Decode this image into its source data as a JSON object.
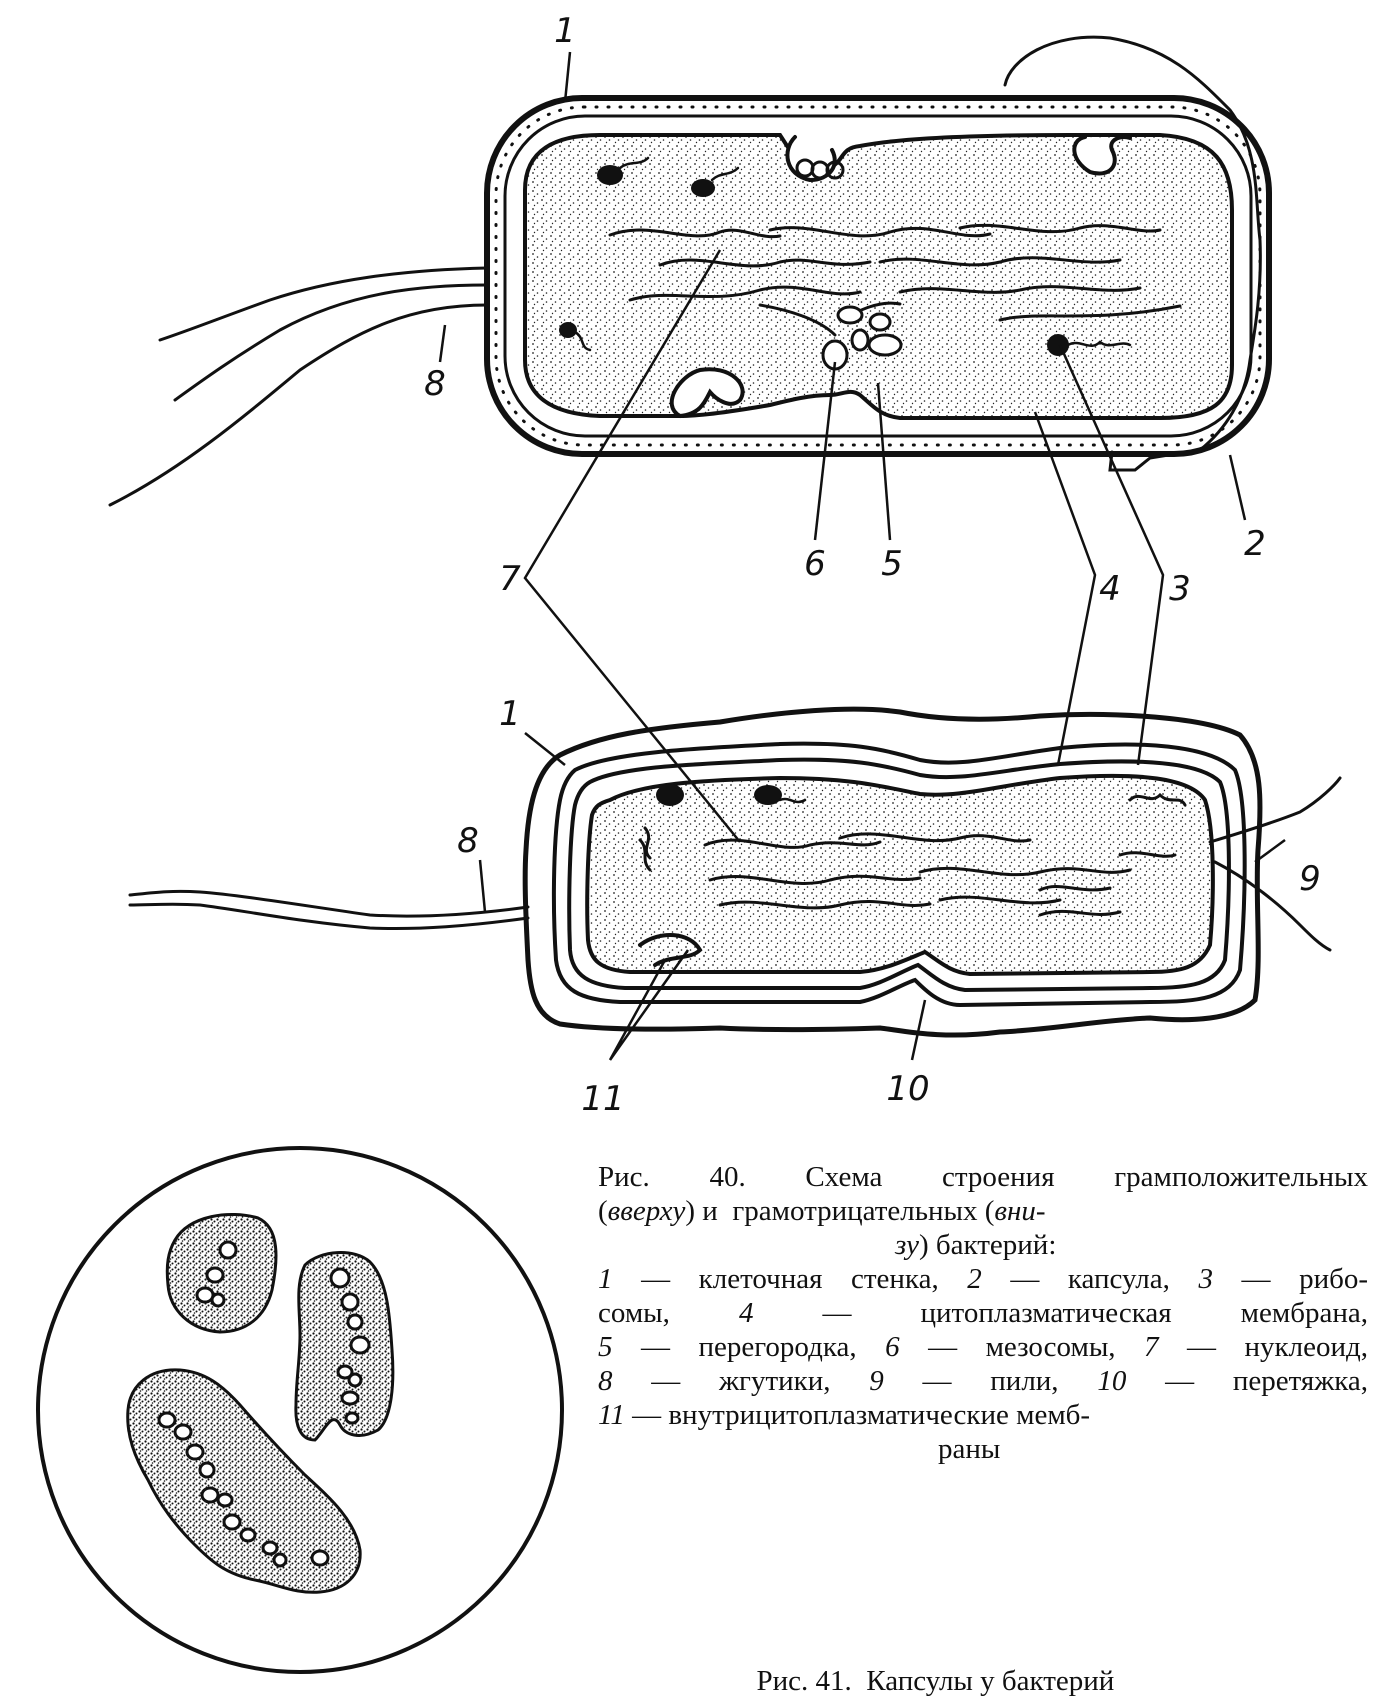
{
  "figure40": {
    "labels": [
      "1",
      "2",
      "3",
      "4",
      "5",
      "6",
      "7",
      "8",
      "1",
      "8",
      "9",
      "10",
      "11",
      "3",
      "4",
      "7"
    ],
    "caption": {
      "l1_a": "Рис.",
      "l1_b": "40.",
      "l1_c": "Схема",
      "l1_d": "строения",
      "l1_e": "грамположительных",
      "l2_a": "(",
      "l2_b": "вверху",
      "l2_c": ") и",
      "l2_d": "грамотрицательных (",
      "l2_e": "вни-",
      "l3_a": "зу",
      "l3_b": ") бактерий:",
      "l4": [
        "1",
        " — клеточная стенка, ",
        "2",
        " — капсула, ",
        "3",
        " — рибо-"
      ],
      "l5": [
        "сомы,",
        "4",
        " — цитоплазматическая",
        "мембрана,"
      ],
      "l6": [
        "5",
        " — перегородка, ",
        "6",
        " — мезосомы, ",
        "7",
        " — нуклеоид,"
      ],
      "l7": [
        "8",
        " — жгутики,",
        "9",
        " — пили,",
        "10",
        " — перетяжка,"
      ],
      "l8": [
        "11",
        " — внутрицитоплазматические мемб-"
      ],
      "l9": "раны"
    }
  },
  "figure41": {
    "caption": "Рис. 41.  Капсулы у бактерий"
  },
  "colors": {
    "ink": "#111111",
    "paper": "#ffffff"
  }
}
